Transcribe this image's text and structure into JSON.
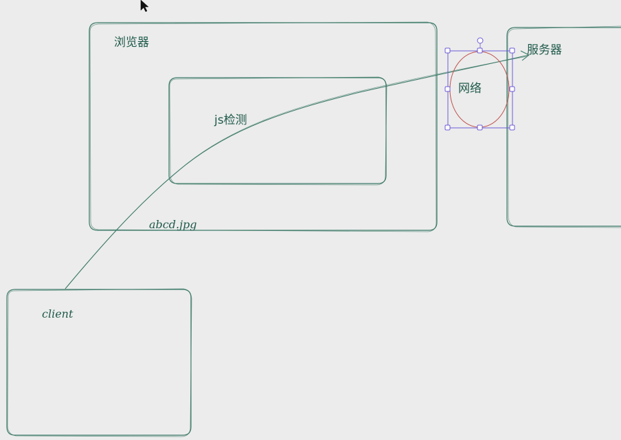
{
  "nodes": {
    "browser": {
      "label": "浏览器"
    },
    "js_check": {
      "label": "js检测"
    },
    "file": {
      "label": "abcd.jpg"
    },
    "client": {
      "label": "client"
    },
    "network": {
      "label": "网络"
    },
    "server": {
      "label": "服务器"
    }
  },
  "colors": {
    "background": "#ececec",
    "stroke": "#3d7a68",
    "text": "#1f5a4a",
    "selection": "#6b5bd6",
    "ellipse": "#c0504d"
  },
  "icons": {
    "cursor": "mouse-pointer-icon"
  }
}
